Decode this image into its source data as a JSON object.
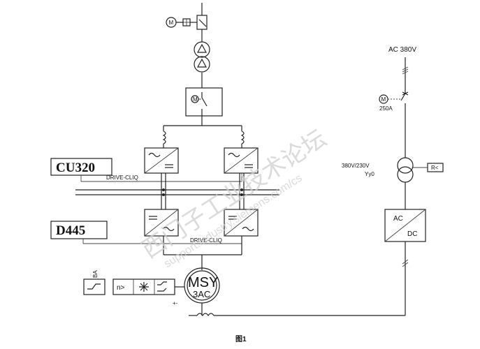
{
  "labels": {
    "cu320": "CU320",
    "d445": "D445",
    "drive_cliq_top": "DRIVE-CLIQ",
    "drive_cliq_bottom": "DRIVE-CLIQ",
    "motor_name": "MSY",
    "motor_type": "3AC",
    "ac_supply": "AC 380V",
    "breaker_rating": "250A",
    "transformer_ratio": "380V/230V",
    "transformer_group": "Yy0",
    "relay_label": "R<",
    "acdc_ac": "AC",
    "acdc_dc": "DC",
    "motor_symbol": "M",
    "ba_label": "BA",
    "relay_n": "n>",
    "motor_sign": "+-",
    "figure_caption": "图1"
  },
  "watermark": {
    "line1": "西门子工业技术论坛",
    "line2": "support.industry.siemens.com/cs"
  }
}
